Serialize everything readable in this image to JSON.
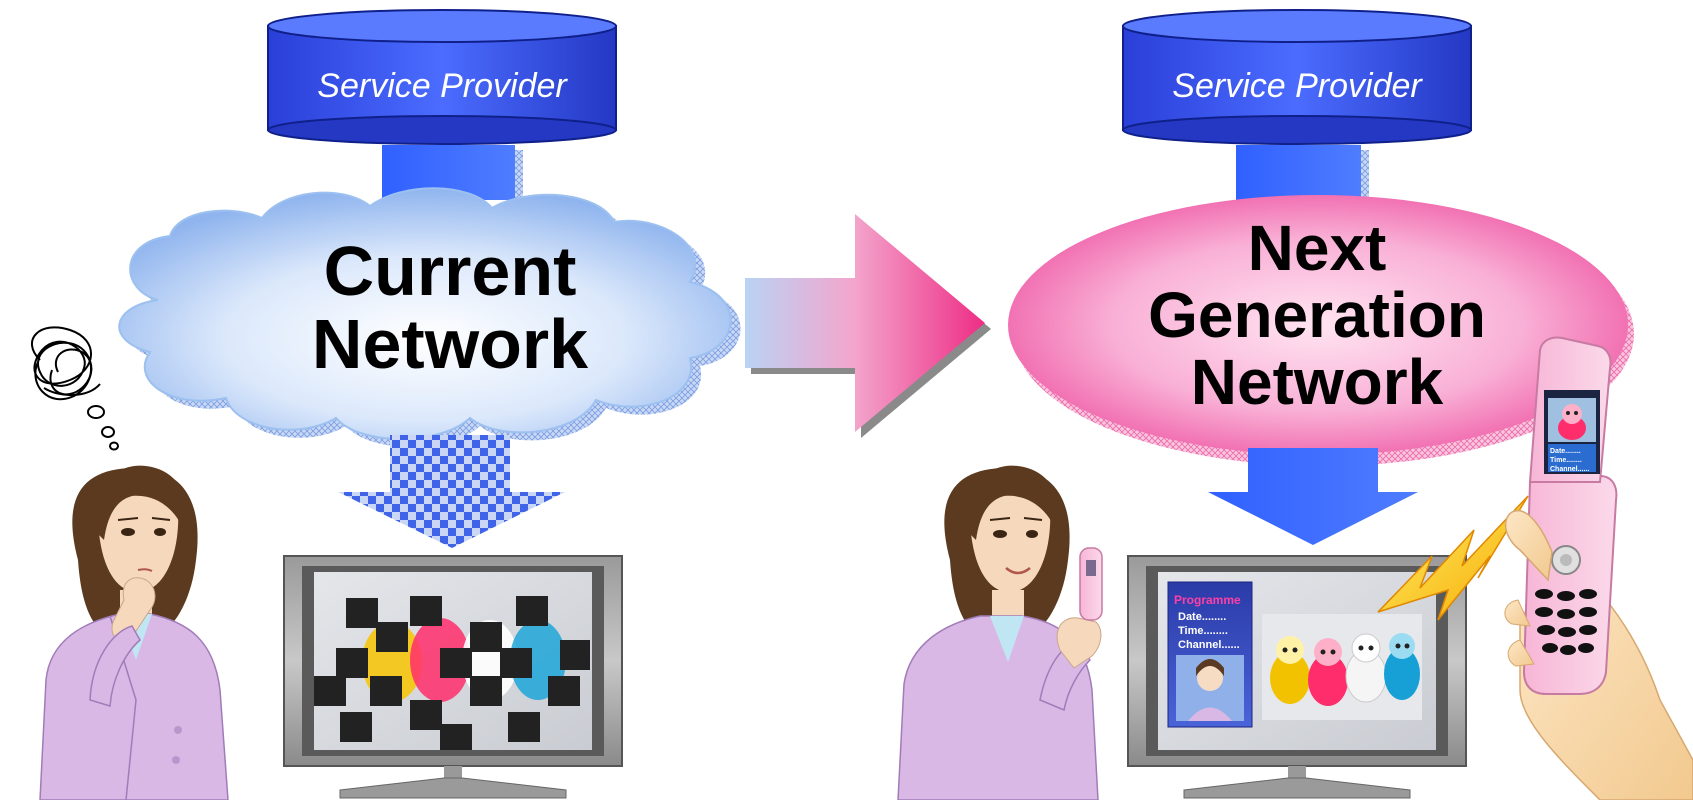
{
  "left": {
    "provider_label": "Service Provider",
    "network_line1": "Current",
    "network_line2": "Network"
  },
  "right": {
    "provider_label": "Service Provider",
    "network_line1": "Next",
    "network_line2": "Generation",
    "network_line3": "Network"
  },
  "tv_guide": {
    "title": "Programme",
    "line1": "Date........",
    "line2": "Time........",
    "line3": "Channel......"
  },
  "phone_screen": {
    "line1": "Date........",
    "line2": "Time........",
    "line3": "Channel......"
  },
  "colors": {
    "provider_blue": "#3355ee",
    "cloud_blue": "#9cc0f0",
    "ngn_pink": "#f58fc4",
    "arrow_pink": "#f0468f",
    "jacket_lilac": "#d9b8e6"
  }
}
